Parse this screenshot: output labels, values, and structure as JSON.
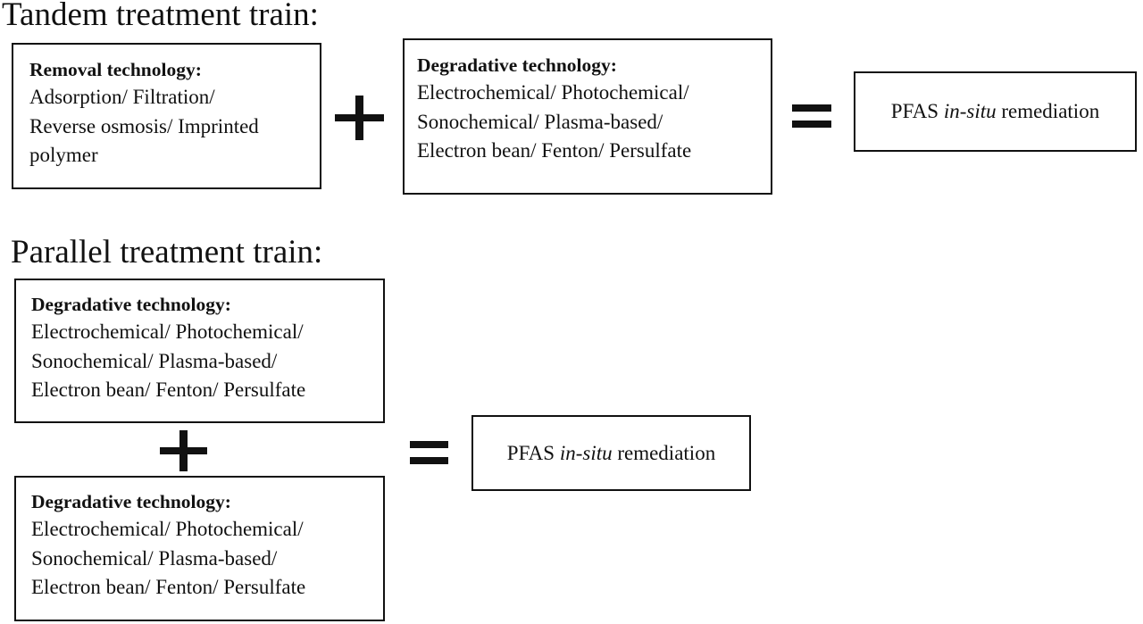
{
  "tandem": {
    "heading": "Tandem treatment train:",
    "removal": {
      "title": "Removal technology:",
      "lines": [
        "Adsorption/ Filtration/",
        "Reverse osmosis/ Imprinted",
        "polymer"
      ]
    },
    "degradative": {
      "title": "Degradative technology:",
      "lines": [
        "Electrochemical/  Photochemical/",
        "Sonochemical/ Plasma-based/",
        "Electron bean/ Fenton/ Persulfate"
      ]
    },
    "result": {
      "prefix": "PFAS ",
      "italic": "in-situ",
      "suffix": " remediation"
    }
  },
  "parallel": {
    "heading": "Parallel treatment train:",
    "degradative_top": {
      "title": "Degradative technology:",
      "lines": [
        "Electrochemical/  Photochemical/",
        "Sonochemical/ Plasma-based/",
        "Electron bean/ Fenton/ Persulfate"
      ]
    },
    "degradative_bottom": {
      "title": "Degradative technology:",
      "lines": [
        "Electrochemical/  Photochemical/",
        "Sonochemical/ Plasma-based/",
        "Electron bean/ Fenton/ Persulfate"
      ]
    },
    "result": {
      "prefix": "PFAS ",
      "italic": "in-situ",
      "suffix": " remediation"
    }
  }
}
